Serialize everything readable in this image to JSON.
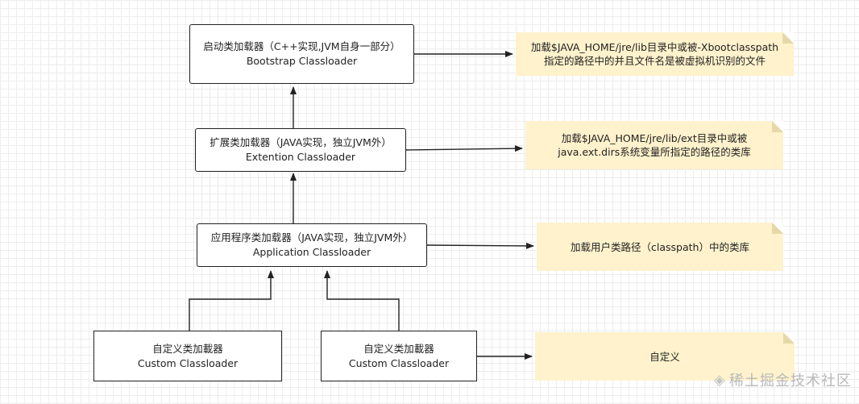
{
  "boxes": {
    "bootstrap": {
      "line1": "启动类加载器（C++实现,JVM自身一部分）",
      "line2": "Bootstrap Classloader"
    },
    "extension": {
      "line1": "扩展类加载器（JAVA实现，独立JVM外）",
      "line2": "Extention Classloader"
    },
    "application": {
      "line1": "应用程序类加载器（JAVA实现，独立JVM外）",
      "line2": "Application Classloader"
    },
    "custom1": {
      "line1": "自定义类加載器",
      "line2": "Custom Classloader"
    },
    "custom2": {
      "line1": "自定义类加載器",
      "line2": "Custom Classloader"
    }
  },
  "notes": {
    "bootstrap": {
      "line1": "加载$JAVA_HOME/jre/lib目录中或被-Xbootclasspath",
      "line2": "指定的路径中的并且文件名是被虚拟机识别的文件"
    },
    "extension": {
      "line1": "加载$JAVA_HOME/jre/lib/ext目录中或被",
      "line2": "java.ext.dirs系统变量所指定的路径的类库"
    },
    "application": {
      "line1": "加载用户类路径（classpath）中的类库"
    },
    "custom": {
      "line1": "自定义"
    }
  },
  "watermark": {
    "icon": "juejin-logo-icon",
    "text": "稀土掘金技术社区"
  },
  "colors": {
    "note_fill": "#fff2cc",
    "line": "#222222",
    "grid": "#ededed"
  }
}
